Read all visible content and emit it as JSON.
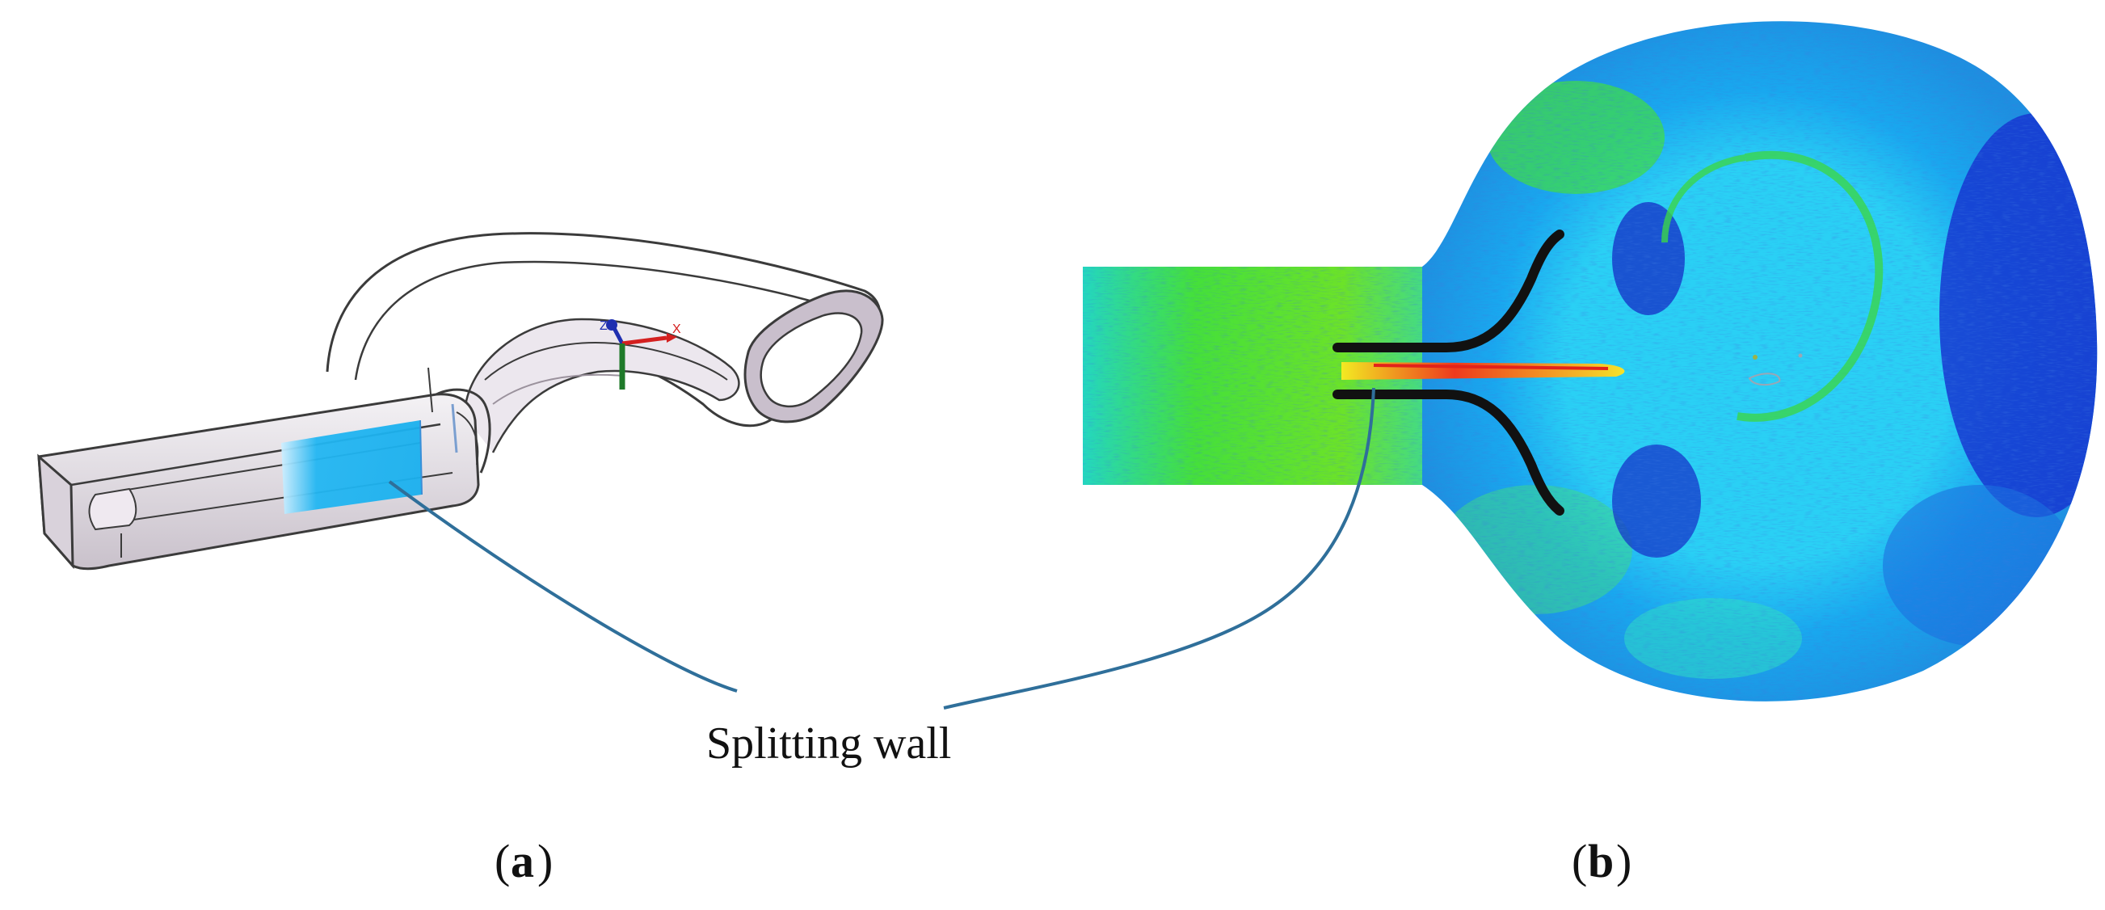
{
  "figure": {
    "annotation": "Splitting wall",
    "panels": [
      {
        "id": "a",
        "letter": "a"
      },
      {
        "id": "b",
        "letter": "b"
      }
    ],
    "axis_triad": {
      "z": "Z",
      "x": "X"
    },
    "colors": {
      "leader_line": "#2f6f9a",
      "model_fill": "#d7cfd8",
      "model_edge": "#3a3a3a",
      "highlight": "#18b4f0",
      "flow_cyan": "#19c6f0",
      "flow_blue": "#1a3fd6",
      "flow_green": "#39e021",
      "flow_yellow": "#e6f21e",
      "flow_red": "#e6241b"
    }
  }
}
